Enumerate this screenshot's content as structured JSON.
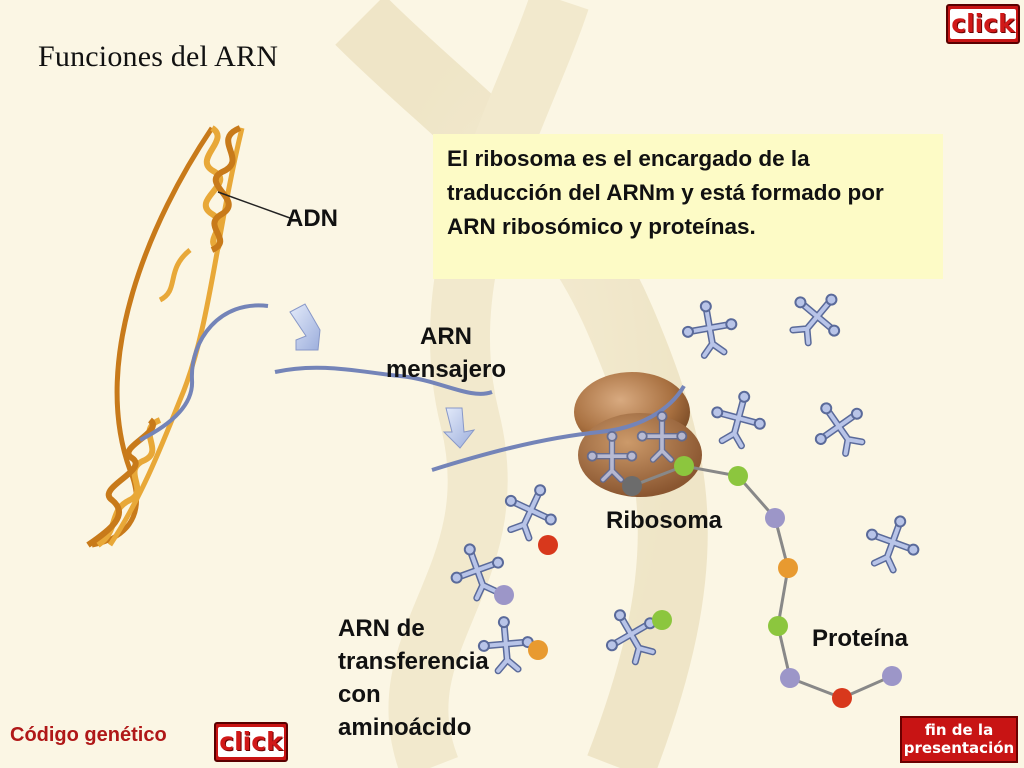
{
  "title": "Funciones del ARN",
  "info_text": "El ribosoma es el encargado de la traducción del ARNm y está formado por ARN ribosómico y proteínas.",
  "labels": {
    "adn": "ADN",
    "arn_mensajero_1": "ARN",
    "arn_mensajero_2": "mensajero",
    "ribosoma": "Ribosoma",
    "proteina": "Proteína",
    "arnt_1": "ARN de",
    "arnt_2": "transferencia",
    "arnt_3": "con",
    "arnt_4": "aminoácido"
  },
  "buttons": {
    "click_top": "click",
    "click_bottom": "click",
    "codigo_genetico": "Código genético",
    "fin_line1": "fin de la",
    "fin_line2": "presentación"
  },
  "colors": {
    "background": "#fbf6e4",
    "info_box": "#fdfbc6",
    "dna": "#e09a30",
    "mrna": "#8a9ac8",
    "ribosome": "#b07a4a",
    "trna": "#a4b0d8",
    "arrow": "#b8c6ea",
    "button_red": "#c81414"
  },
  "aminoacid_colors": [
    "#6c6c6c",
    "#8cc63e",
    "#8cc63e",
    "#9c96c8",
    "#e89a30",
    "#8cc63e",
    "#9c96c8",
    "#d8381c",
    "#9c96c8"
  ]
}
